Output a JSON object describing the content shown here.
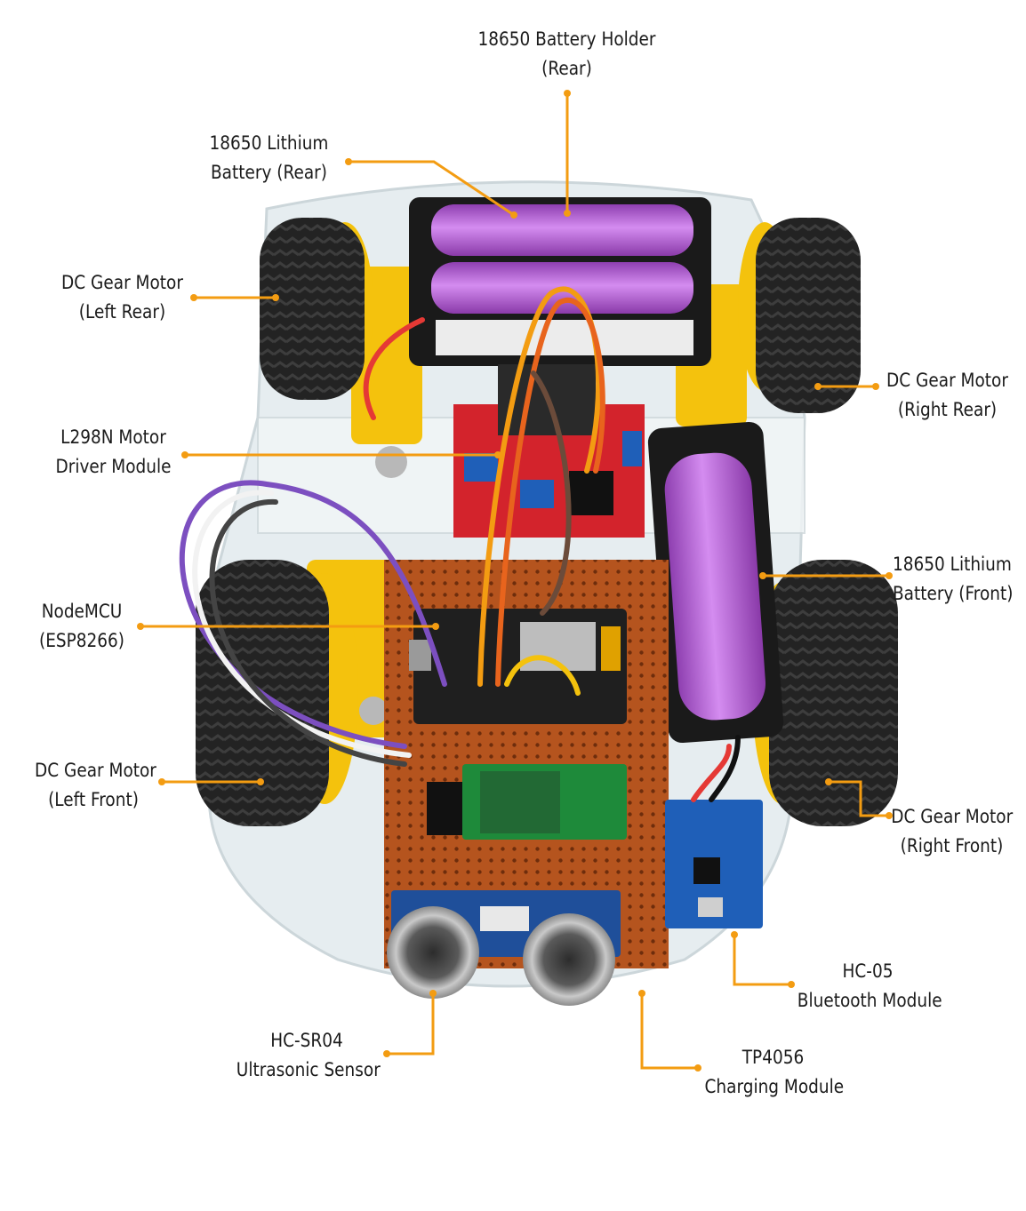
{
  "colors": {
    "leader": "#f39c12",
    "tire": "#232323",
    "rim": "#f4c20d",
    "battery": "#b65fd6",
    "pcb_red": "#d3232c",
    "perfboard": "#b5541e",
    "nodemcu": "#1f1f1f",
    "bt_board": "#1e8a3a",
    "charger": "#1f5fb8",
    "chassis": "#e4ecef"
  },
  "icons": [
    "robot-car-photo"
  ],
  "labels": {
    "battery_holder_rear": {
      "line1": "18650 Battery Holder",
      "line2": "(Rear)"
    },
    "lithium_battery_rear": {
      "line1": "18650 Lithium",
      "line2": "Battery (Rear)"
    },
    "motor_left_rear": {
      "line1": "DC Gear Motor",
      "line2": "(Left Rear)"
    },
    "motor_right_rear": {
      "line1": "DC Gear Motor",
      "line2": "(Right Rear)"
    },
    "l298n": {
      "line1": "L298N Motor",
      "line2": "Driver Module"
    },
    "lithium_battery_front": {
      "line1": "18650 Lithium",
      "line2": "Battery (Front)"
    },
    "nodemcu": {
      "line1": "NodeMCU",
      "line2": "(ESP8266)"
    },
    "motor_left_front": {
      "line1": "DC Gear Motor",
      "line2": "(Left Front)"
    },
    "motor_right_front": {
      "line1": "DC Gear Motor",
      "line2": "(Right Front)"
    },
    "hc05": {
      "line1": "HC-05",
      "line2": "Bluetooth Module"
    },
    "hcsr04": {
      "line1": "HC-SR04",
      "line2": "Ultrasonic Sensor"
    },
    "tp4056": {
      "line1": "TP4056",
      "line2": "Charging Module"
    }
  }
}
